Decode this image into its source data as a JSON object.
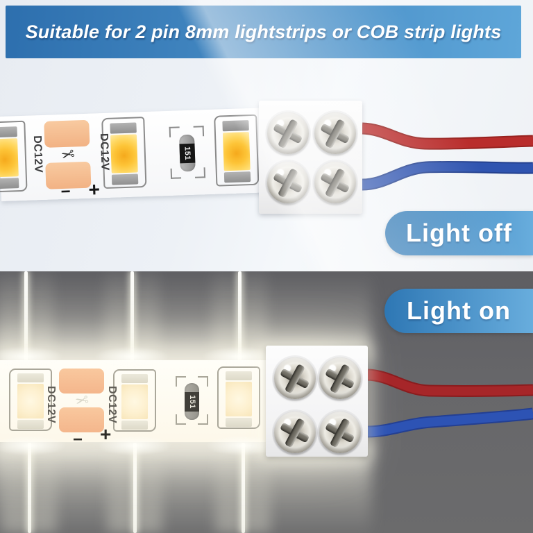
{
  "banner": {
    "text": "Suitable for 2 pin 8mm lightstrips or COB strip lights",
    "bg_gradient": [
      "#2d6fae",
      "#5ea6d9"
    ],
    "text_color": "#ffffff"
  },
  "sections": {
    "off": {
      "badge_label": "Light off"
    },
    "on": {
      "badge_label": "Light on"
    }
  },
  "badge": {
    "bg_gradient": [
      "#2e77b4",
      "#68addd"
    ],
    "text_color": "#ffffff"
  },
  "strip": {
    "voltage_label": "DC12V",
    "resistor_label": "151",
    "plus_mark": "+",
    "minus_mark": "−",
    "icons": {
      "scissors_icon": "✂",
      "screw_icon": "phillips-cross-head"
    }
  },
  "colors": {
    "top_background": "#eef1f5",
    "bottom_background": "#626266",
    "wire_red_off": "#b92d2c",
    "wire_blue_off": "#2f54b0",
    "wire_red_on": "#a62629",
    "wire_blue_on": "#2d53b4",
    "led_yellow": "#fdc437",
    "copper_pad": "#f5bd90",
    "connector_white": "#f8f8f8",
    "pcb_white": "#ffffff"
  }
}
